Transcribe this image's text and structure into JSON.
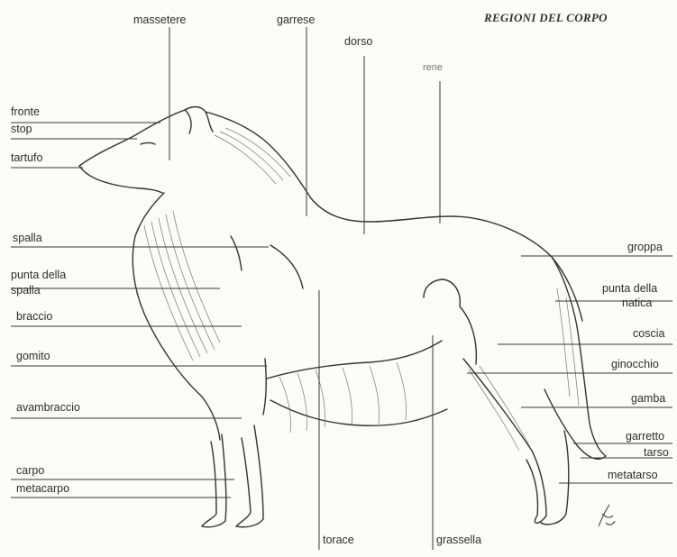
{
  "title": "REGIONI DEL CORPO",
  "labels": {
    "massetere": "massetere",
    "garrese": "garrese",
    "dorso": "dorso",
    "rene": "rene",
    "fronte": "fronte",
    "stop": "stop",
    "tartufo": "tartufo",
    "spalla": "spalla",
    "punta_spalla_1": "punta della",
    "punta_spalla_2": "spalla",
    "braccio": "braccio",
    "gomito": "gomito",
    "avambraccio": "avambraccio",
    "carpo": "carpo",
    "metacarpo": "metacarpo",
    "torace": "torace",
    "grassella": "grassella",
    "groppa": "groppa",
    "punta_natica_1": "punta della",
    "punta_natica_2": "natica",
    "coscia": "coscia",
    "ginocchio": "ginocchio",
    "gamba": "gamba",
    "garretto": "garretto",
    "tarso": "tarso",
    "metatarso": "metatarso"
  }
}
